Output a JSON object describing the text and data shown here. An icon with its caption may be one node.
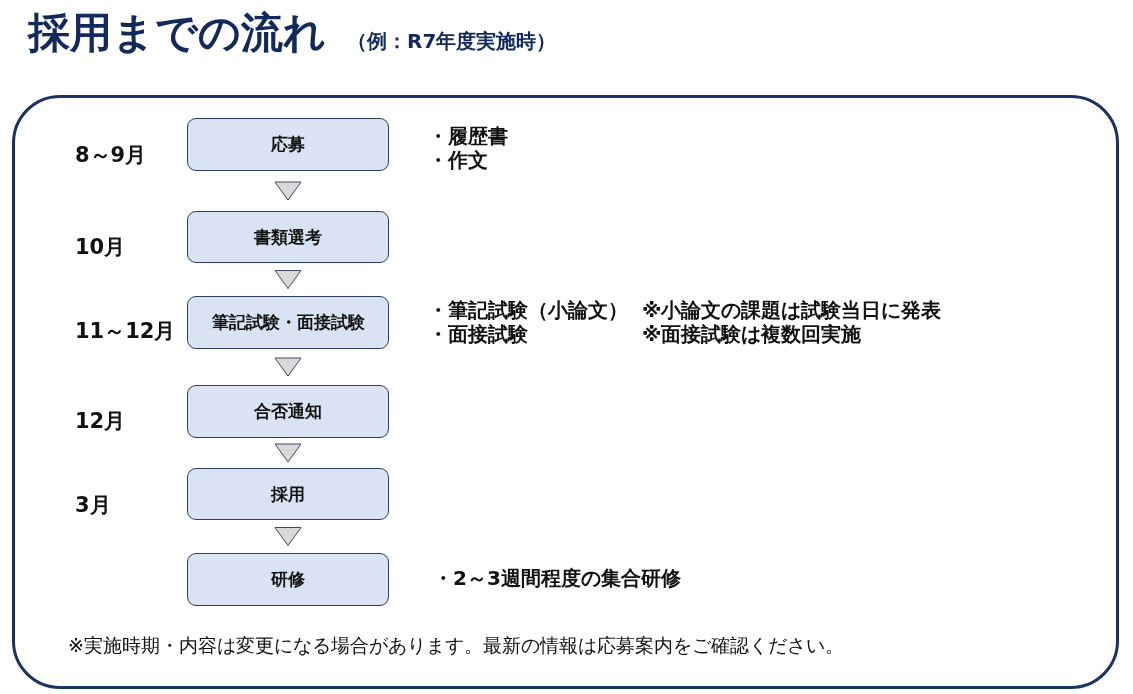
{
  "diagram": {
    "title": "採用までの流れ",
    "nodes": [
      {
        "text": [
          "応募"
        ],
        "beside": [
          "8～9月",
          "・履歴書",
          "・作文"
        ]
      },
      {
        "text": [
          "書類選考"
        ],
        "beside": [
          "10月"
        ]
      },
      {
        "text": [
          "筆記試験・面接試験"
        ],
        "beside": [
          "11～12月",
          "・筆記試験（小論文）",
          "※小論文の課題は試験当日に発表",
          "・面接試験",
          "※面接試験は複数回実施"
        ]
      },
      {
        "text": [
          "合否通知"
        ],
        "beside": [
          "12月"
        ]
      },
      {
        "text": [
          "採用"
        ],
        "beside": [
          "3月"
        ]
      },
      {
        "text": [
          "研修"
        ],
        "beside": [
          "・2～3週間程度の集合研修"
        ]
      }
    ],
    "edges": [
      {
        "from": 0,
        "to": 1,
        "arrow": "to"
      },
      {
        "from": 1,
        "to": 2,
        "arrow": "to"
      },
      {
        "from": 2,
        "to": 3,
        "arrow": "to"
      },
      {
        "from": 3,
        "to": 4,
        "arrow": "to"
      },
      {
        "from": 4,
        "to": 5,
        "arrow": "to"
      }
    ],
    "labels": [
      "（例：R7年度実施時）",
      "※実施時期・内容は変更になる場合があります。最新の情報は応募案内をご確認ください。"
    ]
  }
}
